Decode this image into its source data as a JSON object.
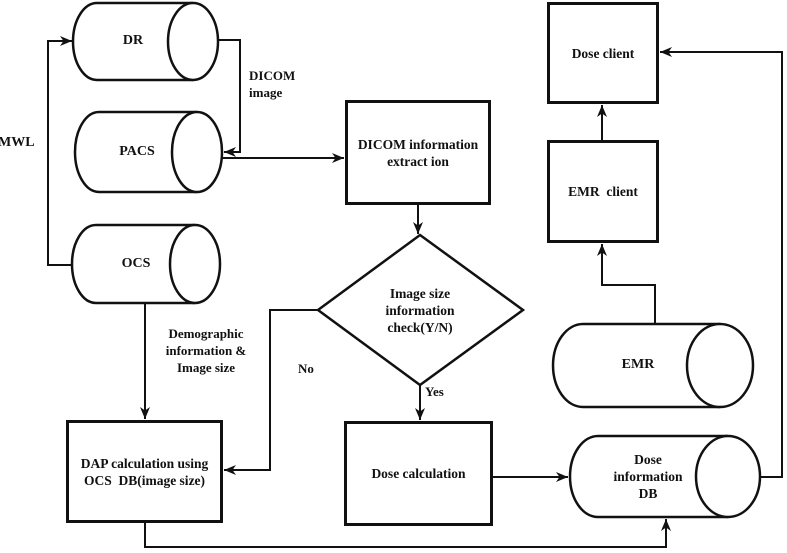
{
  "figure": {
    "background": "#ffffff",
    "line_color": "#111111"
  },
  "nodes": {
    "dr": "DR",
    "pacs": "PACS",
    "ocs": "OCS",
    "emr": "EMR",
    "dose_info_db": "Dose\ninformation\nDB",
    "dicom_extract": "DICOM information\nextract ion",
    "size_check": "Image size\ninformation\ncheck(Y/N)",
    "dap_calc": "DAP calculation using\nOCS  DB(image size)",
    "dose_calc": "Dose calculation",
    "dose_client": "Dose client",
    "emr_client": "EMR  client"
  },
  "edge_labels": {
    "mwl": "MWL",
    "dicom_image": "DICOM\nimage",
    "demographic": "Demographic\ninformation &\nImage size",
    "no": "No",
    "yes": "Yes"
  }
}
